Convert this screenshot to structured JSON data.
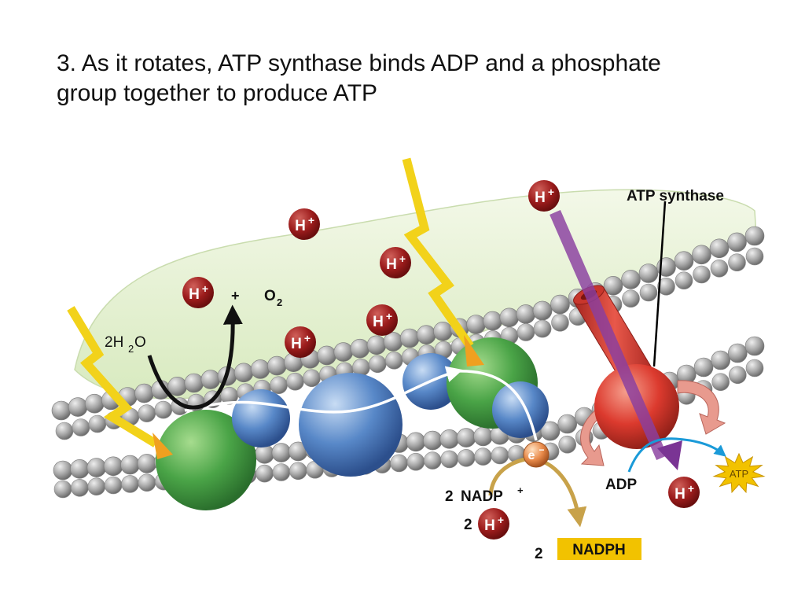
{
  "slide": {
    "title_line1": "3. As it rotates, ATP synthase binds ADP and a phosphate",
    "title_line2": "group together to produce ATP"
  },
  "diagram": {
    "proton_label": "H",
    "proton_charge": "+",
    "water": {
      "coef": "2H",
      "sub": "2",
      "tail": "O"
    },
    "plus_sign": "+",
    "oxygen": {
      "main": "O",
      "sub": "2"
    },
    "atp_synthase_label": "ATP synthase",
    "electron": {
      "main": "e",
      "sup": "−"
    },
    "nadp": {
      "coef": "2",
      "main": "NADP",
      "sup": "+"
    },
    "proton_coef": "2",
    "nadph": {
      "coef": "2",
      "label": "NADPH"
    },
    "adp_label": "ADP",
    "atp_label": "ATP",
    "colors": {
      "lumen": "#e4f0d2",
      "membrane_bead": "#9a9a9a",
      "photosystem": "#3f9a3f",
      "carrier": "#4f7fc0",
      "synthase": "#d83a30",
      "proton": "#9c1c1c",
      "light_arrow": "#f2d21a",
      "light_arrow_tip": "#f0a020",
      "proton_channel": "#8a3fa0",
      "electron_path": "#c8a24a",
      "nadph_box": "#f2c200",
      "adp_arrow": "#1a9ad8",
      "atp_star": "#f2c200"
    }
  }
}
